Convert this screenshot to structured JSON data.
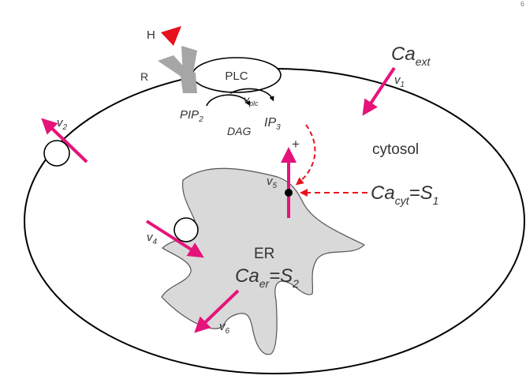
{
  "page_number": "6",
  "labels": {
    "hormone": "H",
    "receptor": "R",
    "plc": "PLC",
    "pip": "PIP",
    "pip_sub": "2",
    "v_plc": "v",
    "v_plc_sub": "plc",
    "dag": "DAG",
    "ip": "IP",
    "ip_sub": "3",
    "plus": "+",
    "ca_ext": "Ca",
    "ca_ext_sub": "ext",
    "v1": "v",
    "v1_sub": "1",
    "v2": "v",
    "v2_sub": "2",
    "cytosol": "cytosol",
    "v5": "v",
    "v5_sub": "5",
    "ca_cyt": "Ca",
    "ca_cyt_sub": "cyt",
    "ca_cyt_eq": "=S",
    "ca_cyt_eq_sub": "1",
    "v4": "v",
    "v4_sub": "4",
    "er": "ER",
    "ca_er": "Ca",
    "ca_er_sub": "er",
    "ca_er_eq": "=S",
    "ca_er_eq_sub": "2",
    "v6": "v",
    "v6_sub": "6"
  },
  "colors": {
    "flux_arrow": "#e6137a",
    "regulation": "#e8121e",
    "receptor": "#a6a6a6",
    "er_fill": "#d9d9d9",
    "outline": "#000000",
    "text": "#333333"
  }
}
